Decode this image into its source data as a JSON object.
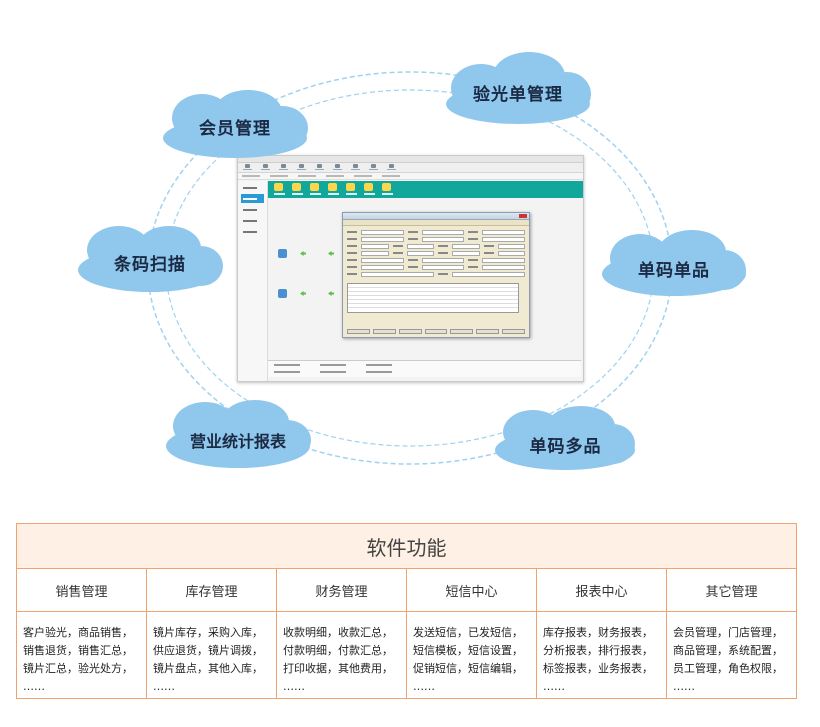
{
  "clouds": [
    {
      "key": "member",
      "label": "会员管理"
    },
    {
      "key": "check",
      "label": "验光单管理"
    },
    {
      "key": "barcode",
      "label": "条码扫描"
    },
    {
      "key": "single",
      "label": "单码单品"
    },
    {
      "key": "stats",
      "label": "营业统计报表"
    },
    {
      "key": "multi",
      "label": "单码多品"
    }
  ],
  "colors": {
    "cloud": "#8fc8ec",
    "cloud_text": "#1b2a44",
    "orbit": "#9fd2ef",
    "table_border": "#f0a36e",
    "table_header_bg": "#fef0e4",
    "app_teal": "#11a79a",
    "app_sidebar_active": "#2b9bd8"
  },
  "functions": {
    "title": "软件功能",
    "columns": [
      {
        "header": "销售管理",
        "body": "客户验光，商品销售，\n销售退货，销售汇总，\n镜片汇总，验光处方，\n……"
      },
      {
        "header": "库存管理",
        "body": "镜片库存，采购入库，\n供应退货，镜片调拨，\n镜片盘点，其他入库，\n……"
      },
      {
        "header": "财务管理",
        "body": "收款明细，收款汇总，\n付款明细，付款汇总，\n打印收据，其他费用，\n……"
      },
      {
        "header": "短信中心",
        "body": "发送短信，已发短信，\n短信模板，短信设置，\n促销短信，短信编辑，\n……"
      },
      {
        "header": "报表中心",
        "body": "库存报表，财务报表，\n分析报表，排行报表，\n标签报表，业务报表，\n……"
      },
      {
        "header": "其它管理",
        "body": "会员管理，门店管理，\n商品管理，系统配置，\n员工管理，角色权限，\n……"
      }
    ]
  }
}
